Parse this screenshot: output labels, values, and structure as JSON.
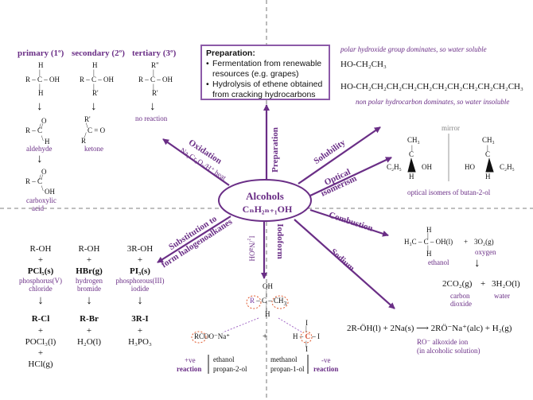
{
  "center": {
    "title": "Alcohols",
    "formula": "CₙH₂ₙ₊₁OH"
  },
  "preparation_box": {
    "heading": "Preparation:",
    "item1a": "Fermentation from renewable",
    "item1b": "resources (e.g. grapes)",
    "item2a": "Hydrolysis of ethene obtained",
    "item2b": "from cracking hydrocarbons"
  },
  "arm_labels": {
    "preparation": "Preparation",
    "oxidation": "Oxidation",
    "oxidation_reagent": "Na₂Cr₂O₇/H⁺ heat",
    "solubility": "Solubility",
    "optical": "Optical",
    "isomerism": "isomerism",
    "combustion": "Combustion",
    "sodium": "Sodium",
    "iodoform": "Iodoform",
    "iodoform_reagent": "I₂/NaOH",
    "substitution1": "Substitution to",
    "substitution2": "form halogenoalkanes"
  },
  "oxidation": {
    "primary": "primary (1º)",
    "secondary": "secondary (2º)",
    "tertiary": "tertiary (3º)",
    "aldehyde": "aldehyde",
    "ketone": "ketone",
    "no_reaction": "no reaction",
    "carboxylic1": "carboxylic",
    "carboxylic2": "acid"
  },
  "solubility": {
    "polar_note": "polar hydroxide group dominates, so water soluble",
    "short_formula": "HO-CH₂CH₃",
    "long_formula": "HO-CH₂CH₂CH₂CH₂CH₂CH₂CH₂CH₂CH₂CH₂CH₃",
    "nonpolar_note": "non polar hydrocarbon dominates, so water insoluble"
  },
  "optical": {
    "mirror": "mirror",
    "caption": "optical isomers of butan-2-ol"
  },
  "combustion": {
    "ethanol": "ethanol",
    "oxygen": "oxygen",
    "co2": "2CO₂(g)",
    "h2o": "3H₂O(l)",
    "plus": "+",
    "carbon": "carbon",
    "dioxide": "dioxide",
    "water": "water",
    "o2": "3O₂(g)"
  },
  "sodium": {
    "equation": "2R-ÖH(l) + 2Na(s) ⟶ 2RÖ⁻Na⁺(alc) + H₂(g)",
    "ion": "RO⁻ alkoxide ion",
    "ion_note": "(in alcoholic solution)"
  },
  "halogen": {
    "roh": "R-OH",
    "roh3": "3R-OH",
    "plus": "+",
    "pcl5": "PCl₅(s)",
    "hbr": "HBr(g)",
    "pi3": "PI₃(s)",
    "pcl5_name1": "phosphorus(V)",
    "pcl5_name2": "chloride",
    "hbr_name1": "hydrogen",
    "hbr_name2": "bromide",
    "pi3_name1": "phosphorous(III)",
    "pi3_name2": "iodide",
    "rcl": "R-Cl",
    "rbr": "R-Br",
    "ri": "3R-I",
    "pocl3": "POCl₃(l)",
    "hcl": "HCl(g)",
    "h2o": "H₂O(l)",
    "h3po3": "H₃PO₃"
  },
  "iodoform": {
    "carboxylate": "RCOO⁻Na⁺",
    "positive1": "+ve",
    "positive2": "reaction",
    "negative1": "-ve",
    "negative2": "reaction",
    "pos_ex1": "ethanol",
    "pos_ex2": "propan-2-ol",
    "neg_ex1": "methanol",
    "neg_ex2": "propan-1-ol"
  }
}
